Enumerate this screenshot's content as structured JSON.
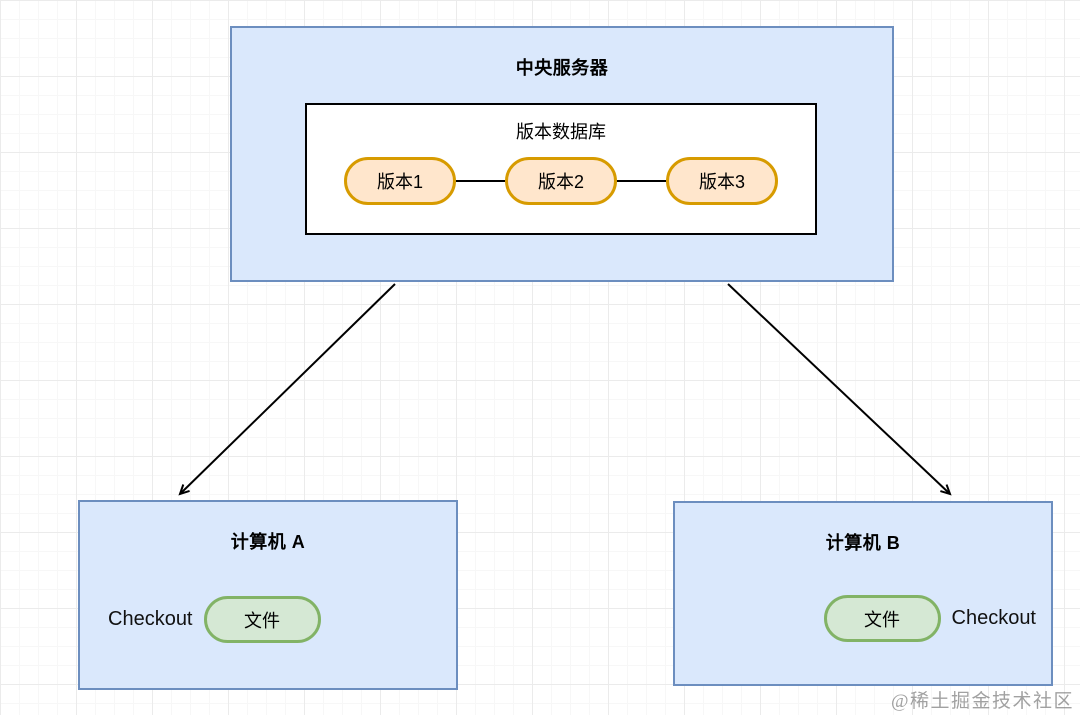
{
  "diagram": {
    "central_server": {
      "title": "中央服务器"
    },
    "version_database": {
      "title": "版本数据库",
      "versions": [
        "版本1",
        "版本2",
        "版本3"
      ]
    },
    "computer_a": {
      "title": "计算机 A",
      "action_label": "Checkout",
      "file_label": "文件"
    },
    "computer_b": {
      "title": "计算机 B",
      "action_label": "Checkout",
      "file_label": "文件"
    },
    "watermark": "@稀土掘金技术社区",
    "colors": {
      "box_fill": "#dae8fc",
      "box_border": "#6c8ebf",
      "version_fill": "#ffe6cc",
      "version_border": "#d79b00",
      "file_fill": "#d5e8d4",
      "file_border": "#82b366",
      "arrow": "#000000",
      "grid_major": "#ebebeb",
      "grid_minor": "#f7f7f7"
    }
  }
}
